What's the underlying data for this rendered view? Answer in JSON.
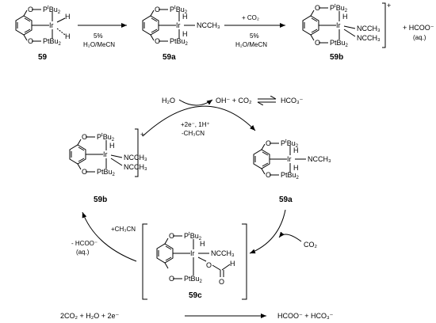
{
  "pincer": {
    "atoms": {
      "O": "O",
      "Ir": "Ir",
      "H": "H",
      "MeCN": "NCCH₃"
    },
    "P_tBu2": [
      "P",
      "t",
      "Bu",
      "2"
    ]
  },
  "compounds": {
    "c59": "59",
    "c59a": "59a",
    "c59b": "59b",
    "c59c": "59c"
  },
  "top_row": {
    "arrow1_conditions": [
      "5%",
      "H₂O/MeCN"
    ],
    "arrow2_conditions": [
      "+ CO₂",
      "5%",
      "H₂O/MeCN"
    ],
    "charge": "+",
    "product": "+ HCOO⁻",
    "product_phase": "(aq.)"
  },
  "cycle": {
    "water": "H₂O",
    "equilibrium_left": "OH⁻ + CO₂",
    "equilibrium_right": "HCO₃⁻",
    "step1_conditions": [
      "+2e⁻, 1H⁺",
      "-CH₃CN"
    ],
    "co2": "CO₂",
    "step3_conditions": [
      "- HCOO⁻",
      "(aq.)"
    ],
    "step3_add": "+CH₃CN",
    "charge": "+"
  },
  "formate_ligand": {
    "O1": "O",
    "O2": "O",
    "H": "H"
  },
  "overall_equation": {
    "left": "2CO₂ + H₂O + 2e⁻",
    "right": "HCOO⁻ + HCO₃⁻"
  }
}
